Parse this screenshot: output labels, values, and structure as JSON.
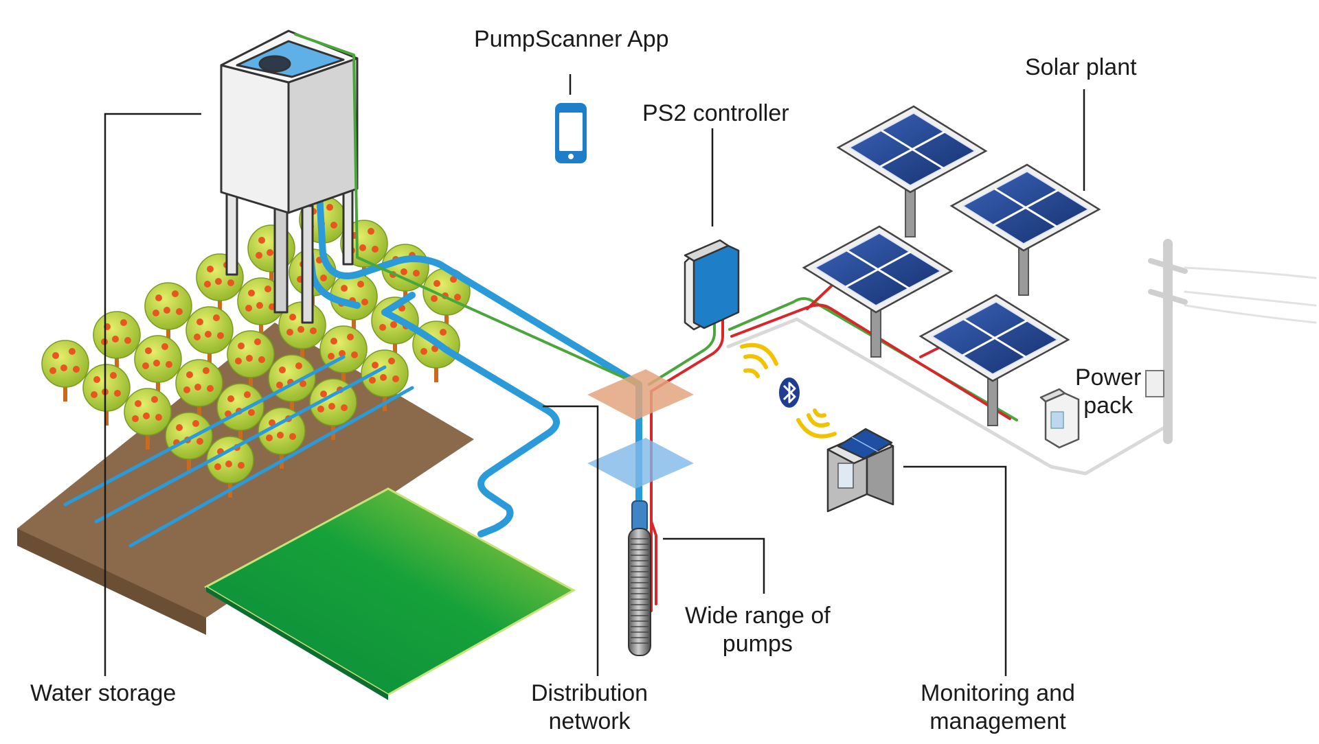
{
  "labels": {
    "pumpscanner_app": "PumpScanner App",
    "ps2_controller": "PS2 controller",
    "solar_plant": "Solar plant",
    "power_pack": [
      "Power",
      "pack"
    ],
    "water_storage": "Water storage",
    "distribution_network": [
      "Distribution",
      "network"
    ],
    "wide_range_of_pumps": [
      "Wide range of",
      "pumps"
    ],
    "monitoring_and_management": [
      "Monitoring and",
      "management"
    ]
  },
  "colors": {
    "water_pipe": "#2a9ad8",
    "power_cable_red": "#d8262b",
    "signal_cable_green": "#4aa53a",
    "grid_cable_grey": "#d9d9d9",
    "solar_panel": "#1e3f8a",
    "controller": "#1e7fc8",
    "leader_line": "#1a1a1a",
    "wireless_waves": "#f2c200",
    "bluetooth": "#1f3d91",
    "field_green": "#169a3a",
    "orchard_soil": "#8a6a4a",
    "tree_foliage": "#b4d13a",
    "fruit": "#e8551f"
  },
  "icons": [
    "smartphone-icon",
    "bluetooth-icon",
    "wireless-signal-icon"
  ]
}
